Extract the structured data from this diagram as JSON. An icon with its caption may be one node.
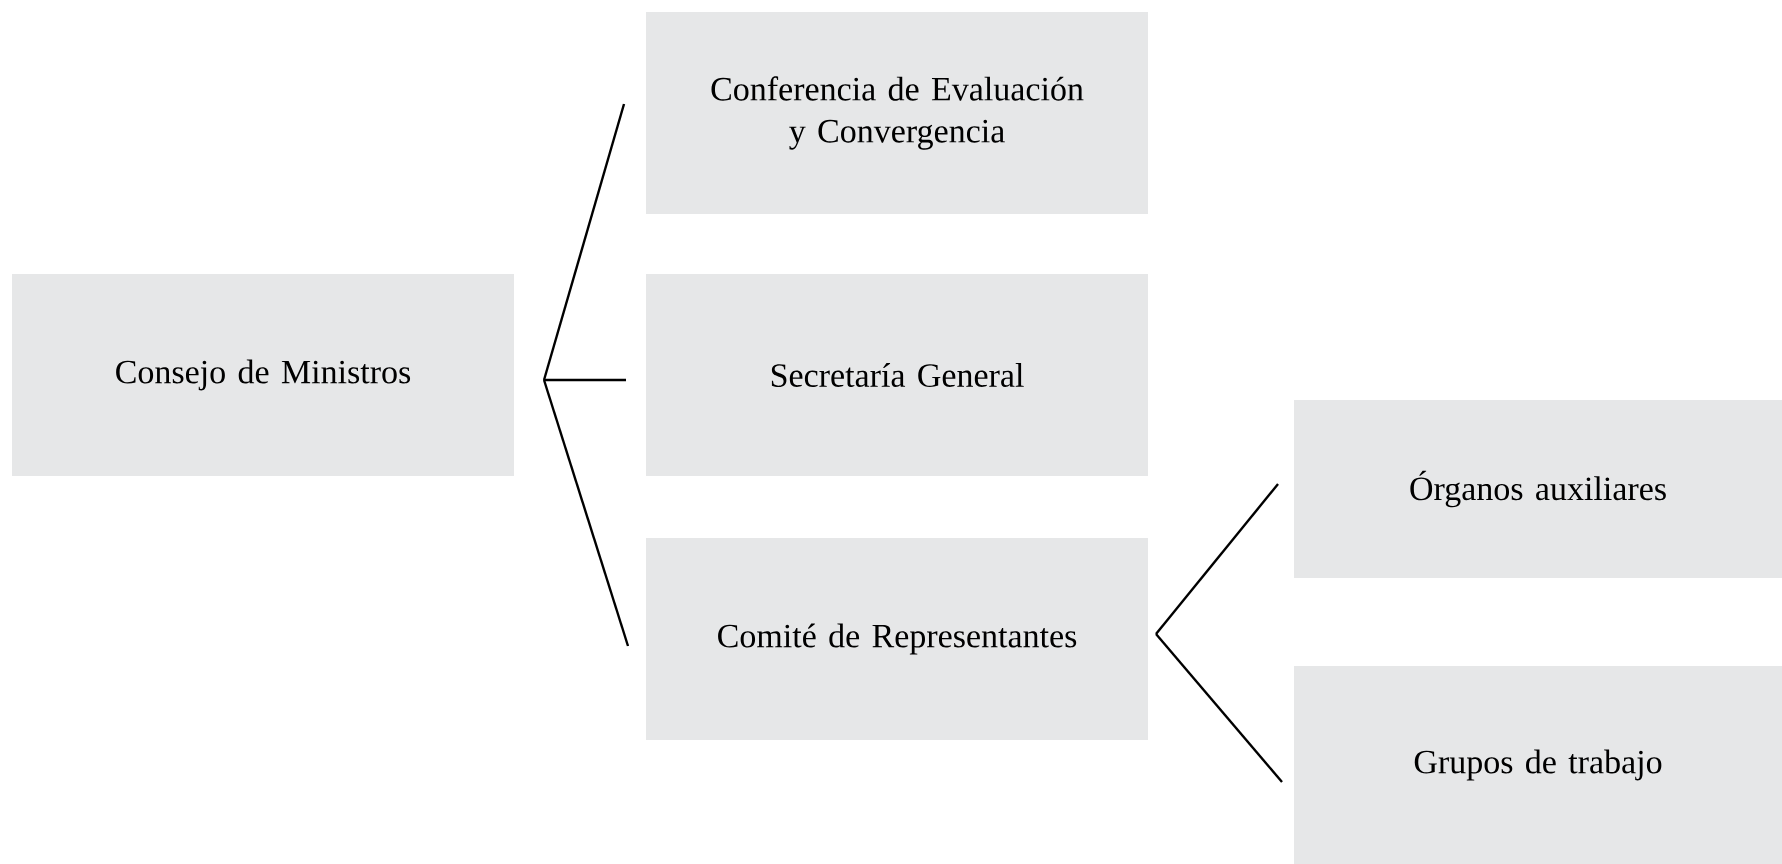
{
  "diagram": {
    "nodes": [
      {
        "text": [
          "Consejo de Ministros"
        ]
      },
      {
        "text": [
          "Conferencia de Evaluación y Convergencia"
        ]
      },
      {
        "text": [
          "Secretaría General"
        ]
      },
      {
        "text": [
          "Comité de Representantes"
        ]
      },
      {
        "text": [
          "Órganos auxiliares"
        ]
      },
      {
        "text": [
          "Grupos de trabajo"
        ]
      }
    ],
    "edges": [
      {
        "from": 0,
        "to": 1,
        "arrow": "none"
      },
      {
        "from": 0,
        "to": 2,
        "arrow": "none"
      },
      {
        "from": 0,
        "to": 3,
        "arrow": "none"
      },
      {
        "from": 3,
        "to": 4,
        "arrow": "none"
      },
      {
        "from": 3,
        "to": 5,
        "arrow": "none"
      }
    ]
  }
}
